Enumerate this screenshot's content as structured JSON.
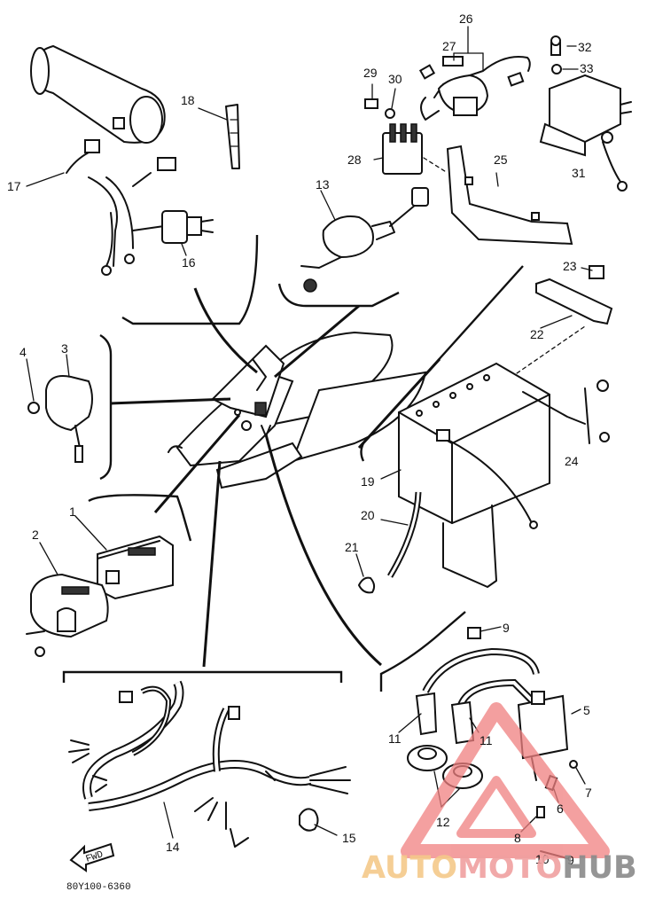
{
  "part_labels": {
    "p1": "1",
    "p2": "2",
    "p3": "3",
    "p4": "4",
    "p5": "5",
    "p6": "6",
    "p7": "7",
    "p8": "8",
    "p9a": "9",
    "p9b": "9",
    "p10": "10",
    "p11a": "11",
    "p11b": "11",
    "p12": "12",
    "p13": "13",
    "p14": "14",
    "p15": "15",
    "p16": "16",
    "p17": "17",
    "p18": "18",
    "p19": "19",
    "p20": "20",
    "p21": "21",
    "p22": "22",
    "p23": "23",
    "p24": "24",
    "p25": "25",
    "p26": "26",
    "p27": "27",
    "p28": "28",
    "p29": "29",
    "p30": "30",
    "p31": "31",
    "p32": "32",
    "p33": "33"
  },
  "front_arrow_label": "FWD",
  "diagram_code": "80Y100-6360",
  "watermark": {
    "part_a": "AUTO",
    "part_b": "MOTO",
    "part_c": "HUB",
    "color_a": "#f5c98a",
    "color_b": "#f0a0a0",
    "color_c": "#8a8a8a",
    "triangle_color": "#f08080"
  }
}
